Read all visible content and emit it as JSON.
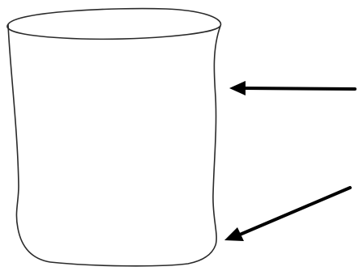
{
  "figure": {
    "subject": "cup",
    "arrow_count": 2,
    "arrow_targets": [
      "cup-upper-side",
      "cup-lower-base-corner"
    ]
  },
  "colors": {
    "background": "#ffffff",
    "outline": "#2a2a2a",
    "arrow": "#000000"
  }
}
